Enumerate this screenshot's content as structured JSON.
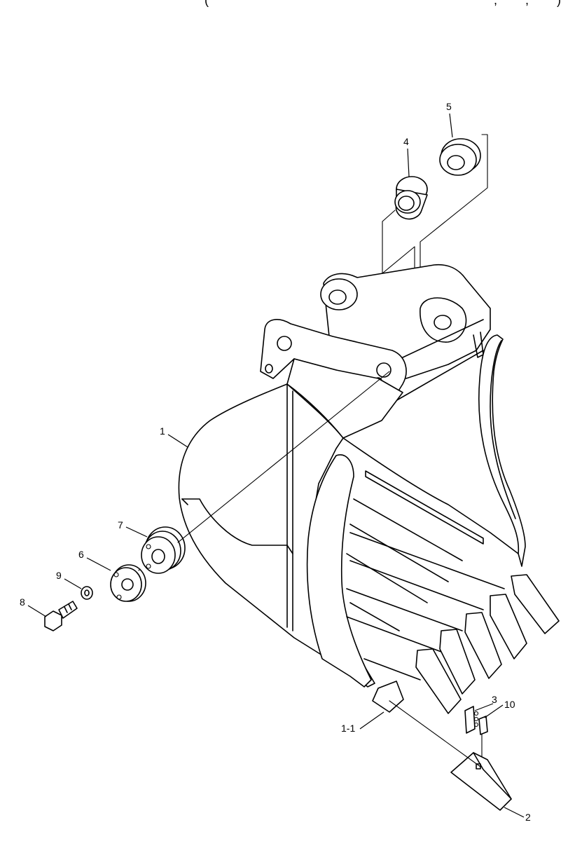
{
  "header": {
    "clipped_text_left": "(",
    "clipped_text_mid1": ",",
    "clipped_text_mid2": ",",
    "clipped_text_right": ")"
  },
  "callouts": {
    "c1": "1",
    "c1_1": "1-1",
    "c2": "2",
    "c3": "3",
    "c4": "4",
    "c5": "5",
    "c6": "6",
    "c7": "7",
    "c8": "8",
    "c9": "9",
    "c10": "10"
  }
}
